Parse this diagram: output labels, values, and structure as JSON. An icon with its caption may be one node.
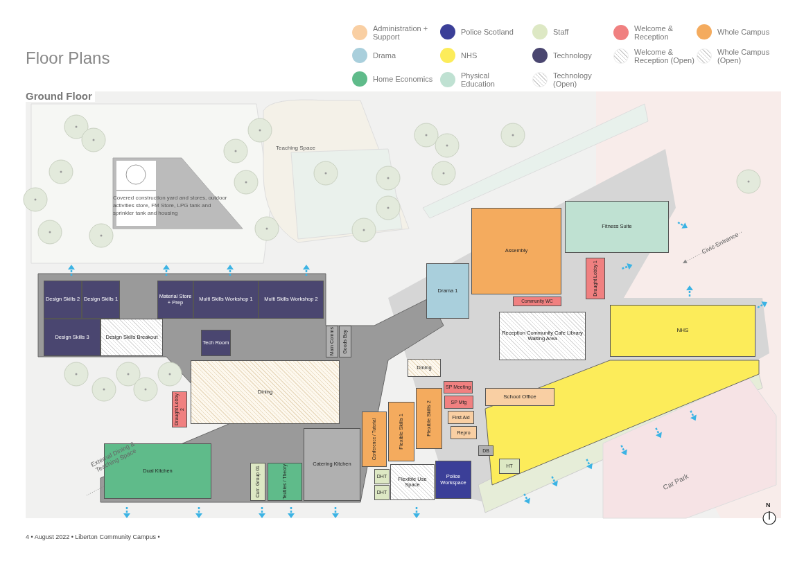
{
  "diagram": {
    "title": "Floor Plans",
    "nodes": [
      {
        "text": [
          "Design Skills 2"
        ]
      },
      {
        "text": [
          "Design Skills 1"
        ]
      },
      {
        "text": [
          "Material Store + Prep"
        ]
      },
      {
        "text": [
          "Multi Skills Workshop 1"
        ]
      },
      {
        "text": [
          "Multi Skills Workshop 2"
        ]
      },
      {
        "text": [
          "Design Skills 3"
        ]
      },
      {
        "text": [
          "Design Skills Breakout"
        ]
      },
      {
        "text": [
          "Tech Room"
        ]
      },
      {
        "text": [
          "Main Comms"
        ]
      },
      {
        "text": [
          "Goods Bay"
        ]
      },
      {
        "text": [
          "Drama 1"
        ]
      },
      {
        "text": [
          "Assembly"
        ]
      },
      {
        "text": [
          "Community WC"
        ]
      },
      {
        "text": [
          "Fitness Suite"
        ]
      },
      {
        "text": [
          "Draught Lobby 1"
        ]
      },
      {
        "text": [
          "Reception Community Cafe Library Waiting Area"
        ]
      },
      {
        "text": [
          "NHS"
        ]
      },
      {
        "text": [
          "Dining"
        ]
      },
      {
        "text": [
          "Dining"
        ]
      },
      {
        "text": [
          "Draught Lobby 2"
        ]
      },
      {
        "text": [
          "SP Meeting"
        ]
      },
      {
        "text": [
          "SP Mtg"
        ]
      },
      {
        "text": [
          "First Aid"
        ]
      },
      {
        "text": [
          "Repro"
        ]
      },
      {
        "text": [
          "Conference / Tutorial"
        ]
      },
      {
        "text": [
          "Flexible Skills 1"
        ]
      },
      {
        "text": [
          "Flexible Skills 2"
        ]
      },
      {
        "text": [
          "School Office"
        ]
      },
      {
        "text": [
          "Dual Kitchen"
        ]
      },
      {
        "text": [
          "Catering Kitchen"
        ]
      },
      {
        "text": [
          "Curr. Group 01"
        ]
      },
      {
        "text": [
          "Textiles / Theory"
        ]
      },
      {
        "text": [
          "DHT"
        ]
      },
      {
        "text": [
          "DHT"
        ]
      },
      {
        "text": [
          "Flexible Use Space"
        ]
      },
      {
        "text": [
          "Police Workspace"
        ]
      },
      {
        "text": [
          "DB"
        ]
      },
      {
        "text": [
          "HT"
        ]
      }
    ],
    "labels": [
      "Ground Floor",
      "Teaching Space",
      "Covered construction yard and stores, outdoor activities store, FM Store, LPG tank and sprinkler tank and housing",
      "Civic Entrance",
      "External Dining & Teaching Space",
      "Car Park",
      "N",
      "4 • August 2022 • Liberton Community Campus •"
    ],
    "legend": [
      {
        "text": "Administration + Support",
        "color": "#f9cfa3"
      },
      {
        "text": "Police Scotland",
        "color": "#3b3f98"
      },
      {
        "text": "Staff",
        "color": "#dde8c4"
      },
      {
        "text": "Welcome & Reception",
        "color": "#f08080"
      },
      {
        "text": "Whole Campus",
        "color": "#f4ab5e"
      },
      {
        "text": "Drama",
        "color": "#a9cfdc"
      },
      {
        "text": "NHS",
        "color": "#fcec5a"
      },
      {
        "text": "Technology",
        "color": "#4a4670"
      },
      {
        "text": "Welcome & Reception (Open)"
      },
      {
        "text": "Whole Campus (Open)"
      },
      {
        "text": "Home Economics",
        "color": "#5fbb8a"
      },
      {
        "text": "Physical Education",
        "color": "#bfe1d2"
      },
      {
        "text": "Technology (Open)"
      }
    ]
  }
}
